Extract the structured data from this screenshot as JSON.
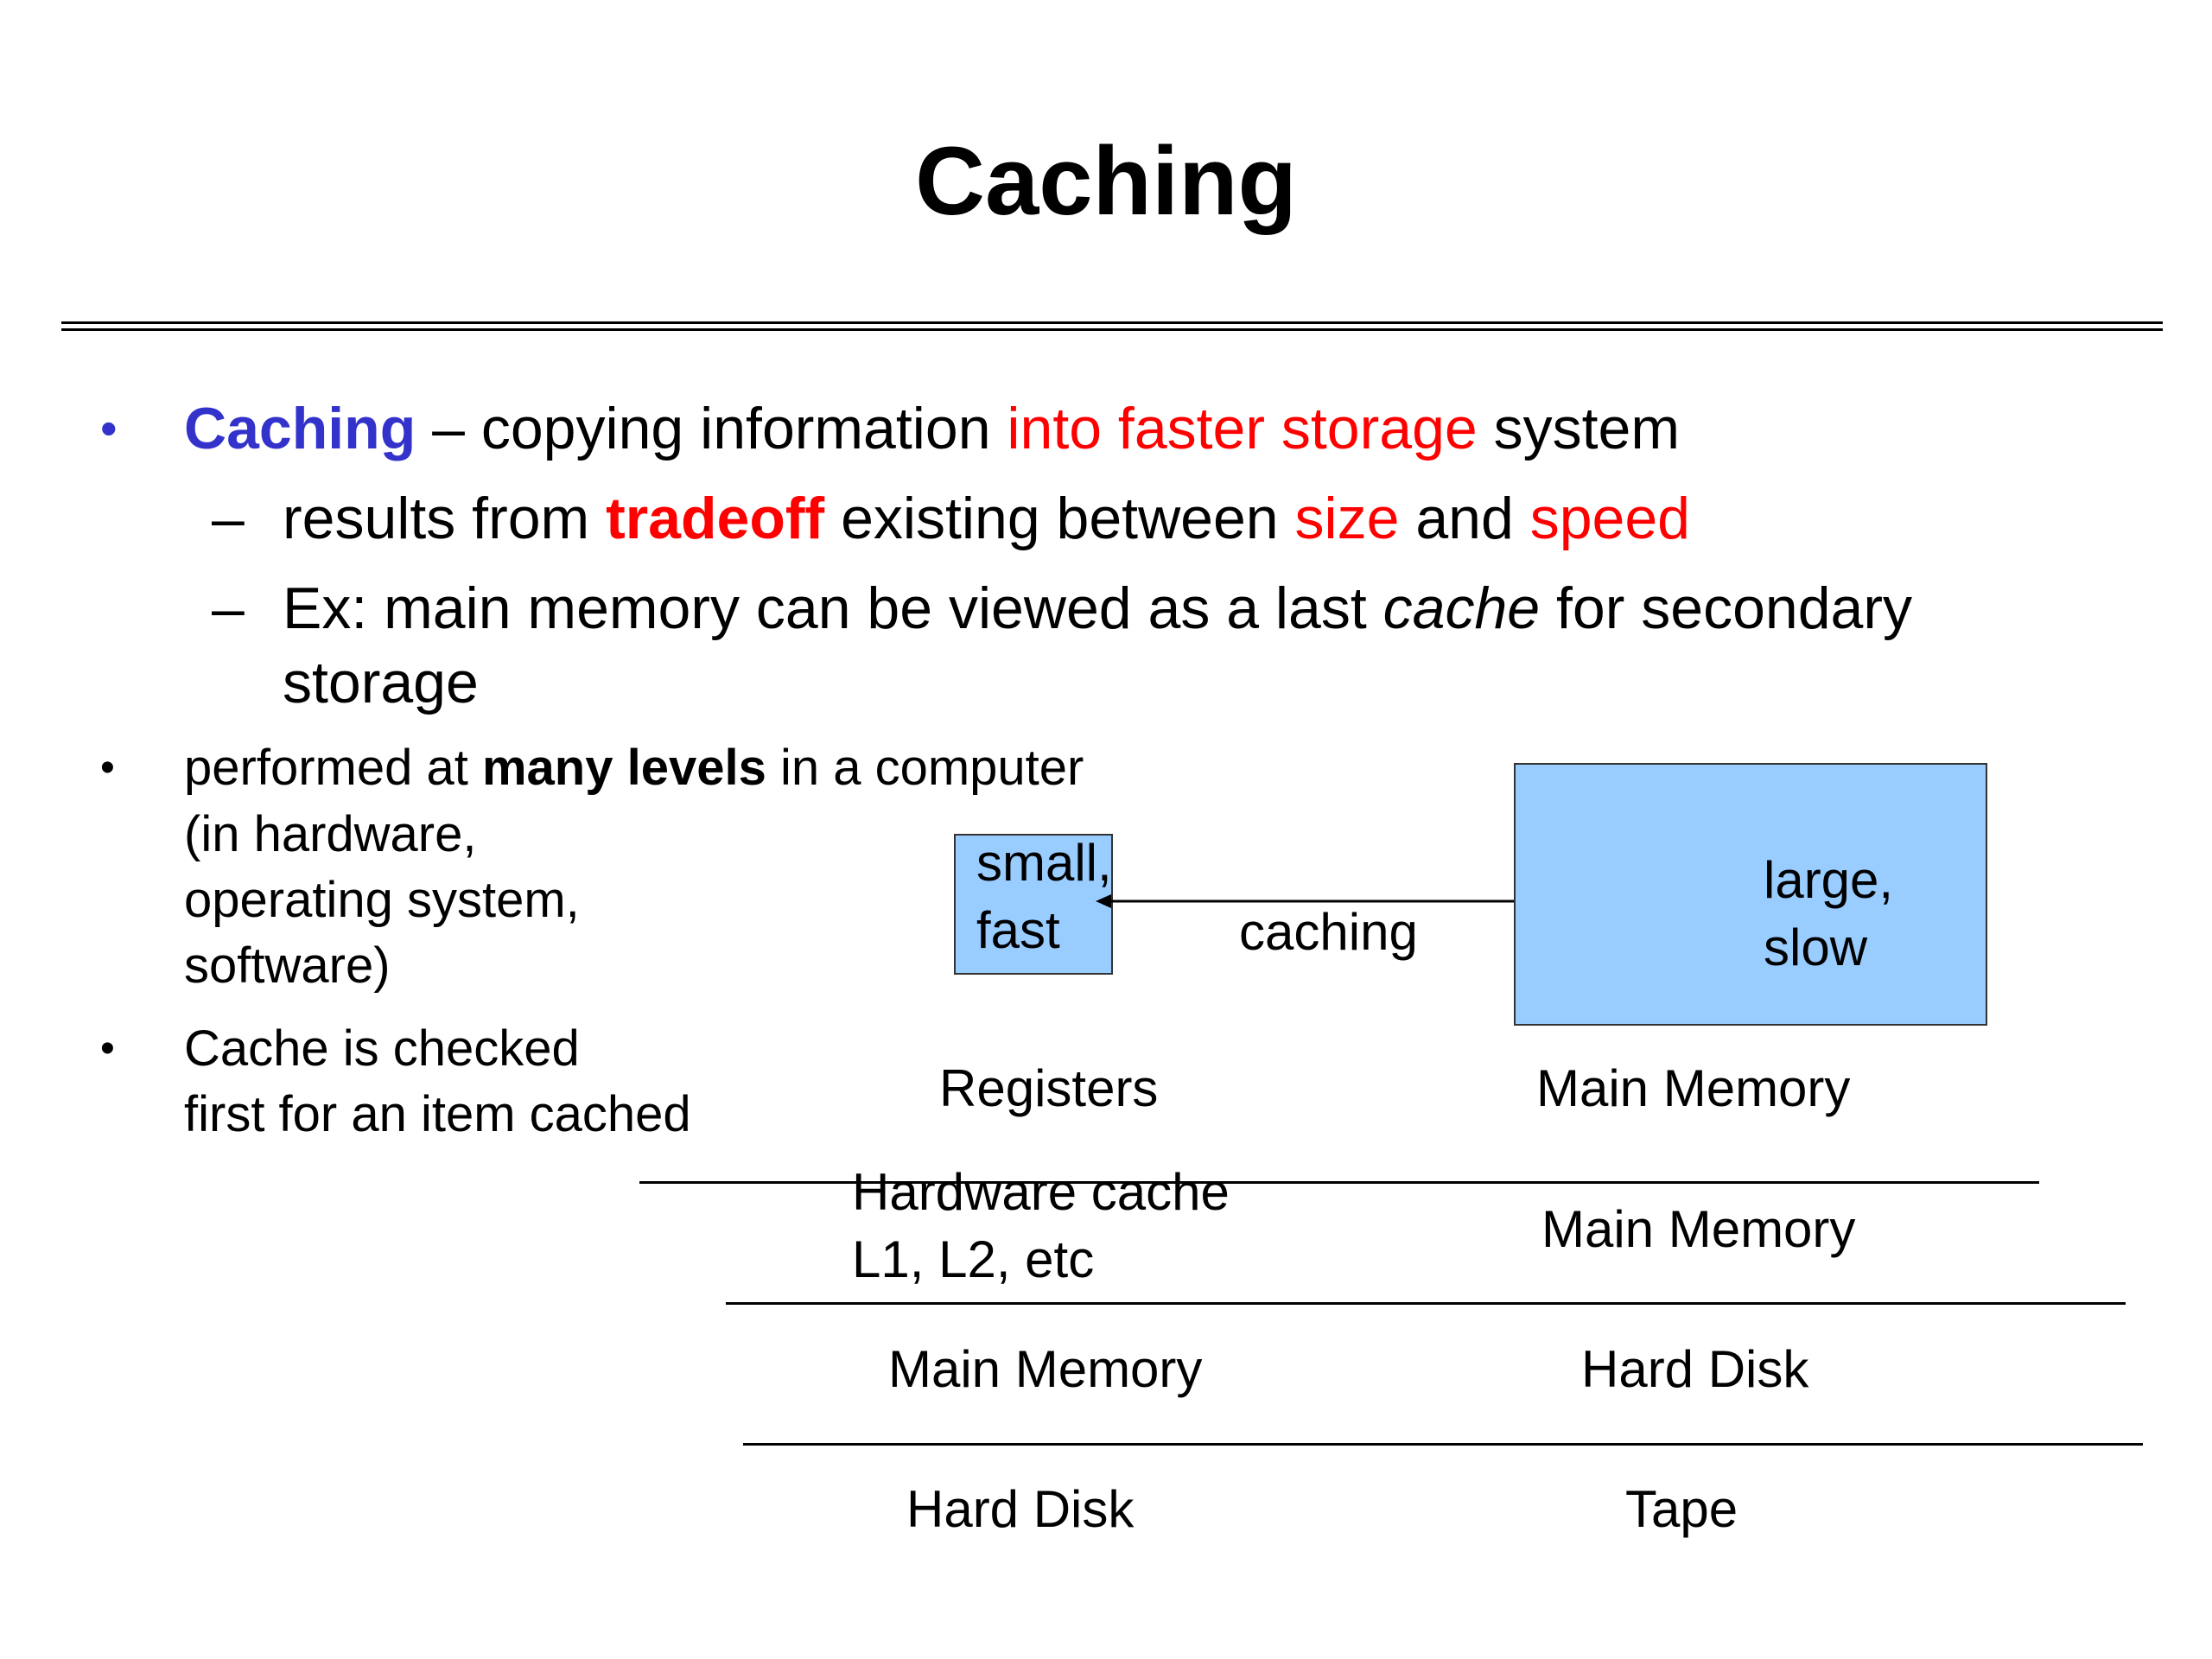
{
  "slide": {
    "title": "Caching",
    "bullets": {
      "marker": "•",
      "dash": "–",
      "b1": {
        "term": "Caching",
        "t1": " – copying information ",
        "t2": "into faster storage",
        "t3": " system"
      },
      "s1": {
        "t1": "results from ",
        "t2": "tradeoff",
        "t3": " existing between ",
        "t4": "size",
        "t5": " and ",
        "t6": "speed"
      },
      "s2": {
        "t1": "Ex: main memory can be viewed as a last ",
        "t2": "cache",
        "t3": " for secondary",
        "t4": "storage"
      },
      "b2": {
        "t1": "performed at ",
        "t2": "many levels",
        "t3": " in a computer",
        "line2": "(in hardware,",
        "line3": " operating system,",
        "line4": " software)"
      },
      "b3": {
        "line1": "Cache is checked",
        "line2": "first for an item cached"
      }
    },
    "diagram": {
      "small_box": {
        "line1": "small,",
        "line2": "fast"
      },
      "large_box": {
        "line1": "large,",
        "line2": "slow"
      },
      "arrow_label": "caching",
      "box_color": "#99ccff",
      "rows": [
        {
          "left": "Registers",
          "right": "Main Memory"
        },
        {
          "left_line1": "Hardware cache",
          "left_line2": "L1, L2, etc",
          "right": "Main Memory"
        },
        {
          "left": "Main Memory",
          "right": "Hard Disk"
        },
        {
          "left": "Hard Disk",
          "right": "Tape"
        }
      ]
    },
    "colors": {
      "accent_blue": "#3333cc",
      "accent_red": "#ff0000"
    }
  }
}
